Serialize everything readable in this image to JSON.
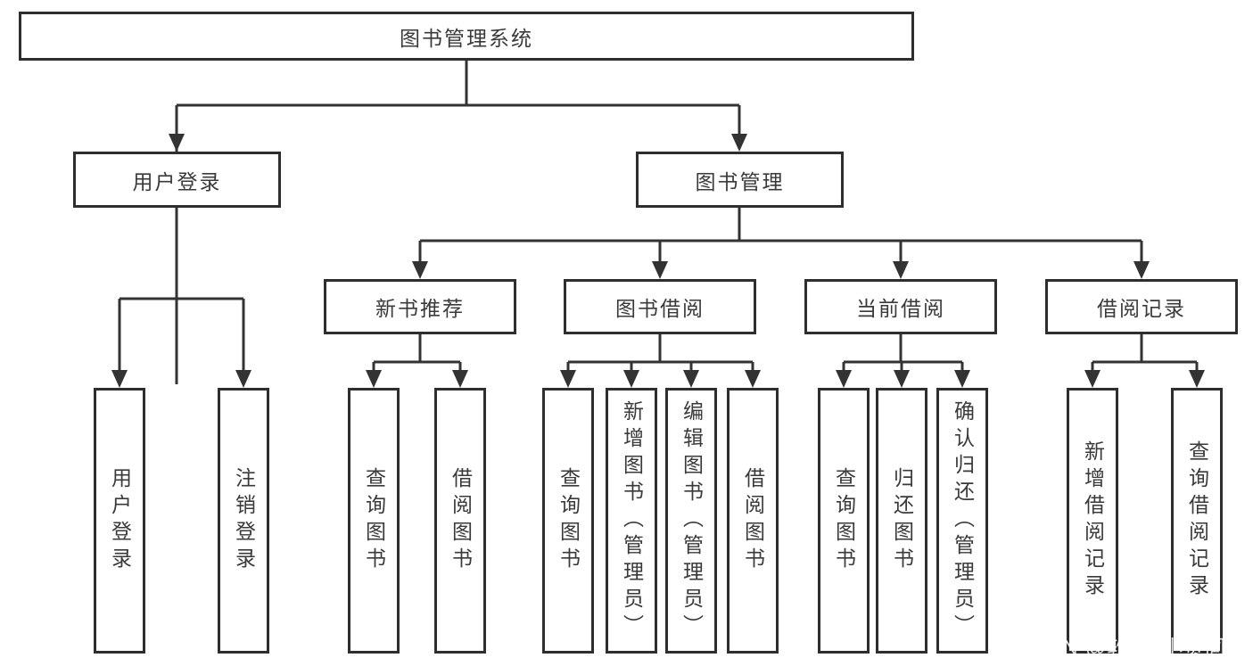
{
  "diagram": {
    "root": {
      "label": "图书管理系统"
    },
    "level2": [
      {
        "label": "用户登录"
      },
      {
        "label": "图书管理"
      }
    ],
    "level3": [
      {
        "label": "新书推荐"
      },
      {
        "label": "图书借阅"
      },
      {
        "label": "当前借阅"
      },
      {
        "label": "借阅记录"
      }
    ],
    "leaves": {
      "user_login": [
        {
          "label": "用户登录"
        },
        {
          "label": "注销登录"
        }
      ],
      "new_book": [
        {
          "label": "查询图书"
        },
        {
          "label": "借阅图书"
        }
      ],
      "book_borrow": [
        {
          "label": "查询图书"
        },
        {
          "label": "新增图书（管理员）"
        },
        {
          "label": "编辑图书（管理员）"
        },
        {
          "label": "借阅图书"
        }
      ],
      "current_borrow": [
        {
          "label": "查询图书"
        },
        {
          "label": "归还图书"
        },
        {
          "label": "确认归还（管理员）"
        }
      ],
      "borrow_record": [
        {
          "label": "新增借阅记录"
        },
        {
          "label": "查询借阅记录"
        }
      ]
    },
    "watermark": "CSDN @软件_小贺同学",
    "colors": {
      "line": "#333333",
      "border": "#2e2e2e",
      "text": "#3a3a3a",
      "background": "#ffffff",
      "watermark": "#ffffff"
    }
  }
}
